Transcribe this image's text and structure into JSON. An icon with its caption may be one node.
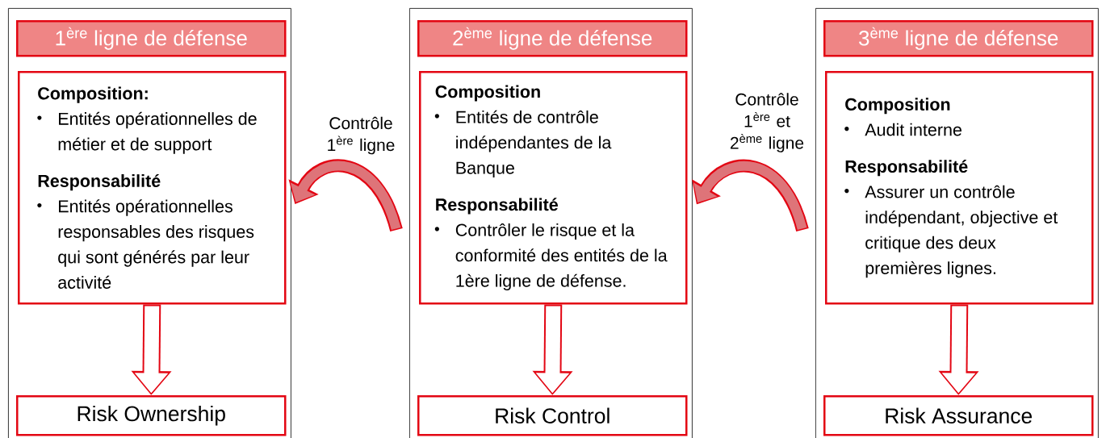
{
  "diagram": {
    "nodes": [
      {
        "text": [],
        "shape": "box"
      },
      {
        "text": [
          "1$^{ère}$ ligne de défense"
        ],
        "in": 0
      },
      {
        "text": [
          "Composition:",
          "Entités opérationnelles de métier et de support",
          "Responsabilité",
          "Entités opérationnelles responsables des risques qui sont générés par leur activité"
        ],
        "in": 0
      },
      {
        "text": [
          "Risk Ownership"
        ],
        "in": 0
      },
      {
        "text": [],
        "shape": "box"
      },
      {
        "text": [
          "2$^{ème}$ ligne de défense"
        ],
        "in": 4
      },
      {
        "text": [
          "Composition",
          "Entités de contrôle indépendantes de la Banque",
          "Responsabilité",
          "Contrôler le risque et la conformité des entités de la 1ère ligne de défense."
        ],
        "in": 4
      },
      {
        "text": [
          "Risk Control"
        ],
        "in": 4
      },
      {
        "text": [],
        "shape": "box"
      },
      {
        "text": [
          "3$^{ème}$ ligne de défense"
        ],
        "in": 8
      },
      {
        "text": [
          "Composition",
          "Audit interne",
          "Responsabilité",
          "Assurer un contrôle indépendant, objective et critique des deux premières lignes."
        ],
        "in": 8
      },
      {
        "text": [
          "Risk Assurance"
        ],
        "in": 8
      }
    ],
    "edges": [
      {
        "from": 2,
        "to": 3,
        "arrow": "to"
      },
      {
        "from": 6,
        "to": 7,
        "arrow": "to"
      },
      {
        "from": 10,
        "to": 11,
        "arrow": "to"
      },
      {
        "from": 4,
        "to": 0,
        "arrow": "to",
        "label": "Contrôle 1$^{ère}$ ligne",
        "color": "#e30613"
      },
      {
        "from": 8,
        "to": 4,
        "arrow": "to",
        "label": "Contrôle 1$^{ère}$ et 2$^{ème}$ ligne",
        "color": "#e30613"
      }
    ]
  }
}
